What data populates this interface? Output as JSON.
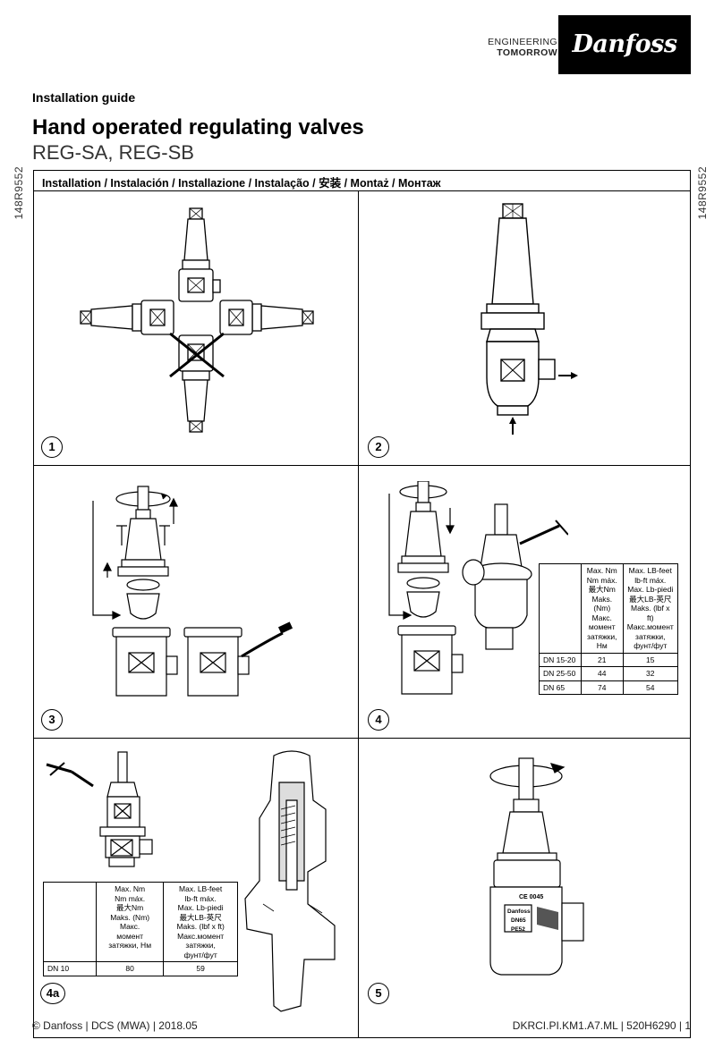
{
  "brand": {
    "tagline_line1": "ENGINEERING",
    "tagline_line2": "TOMORROW",
    "logo_text": "Danfoss"
  },
  "doc": {
    "guide_label": "Installation guide",
    "title": "Hand operated regulating valves",
    "subtitle": "REG-SA, REG-SB",
    "code": "148R9552",
    "section_header": "Installation  / Instalación / Installazione / Instalação / 安装 / Montaż / Монтаж"
  },
  "steps": [
    "1",
    "2",
    "3",
    "4",
    "4a",
    "5"
  ],
  "torque_table": {
    "col_nm": [
      "Max. Nm",
      "Nm máx.",
      "最大Nm",
      "Maks. (Nm)",
      "Макс.",
      "момент",
      "затяжки, Нм"
    ],
    "col_lbft": [
      "Max. LB-feet",
      "lb-ft máx.",
      "Max. Lb-piedi",
      "最大LB-英尺",
      "Maks. (lbf x ft)",
      "Макс.момент",
      "затяжки,",
      "фунт/фут"
    ]
  },
  "table_step4_rows": [
    {
      "dn": "DN 15-20",
      "nm": "21",
      "lbft": "15"
    },
    {
      "dn": "DN 25-50",
      "nm": "44",
      "lbft": "32"
    },
    {
      "dn": "DN 65",
      "nm": "74",
      "lbft": "54"
    }
  ],
  "table_step4a_rows": [
    {
      "dn": "DN 10",
      "nm": "80",
      "lbft": "59"
    }
  ],
  "valve_label": {
    "ce": "CE 0045",
    "brand": "Danfoss",
    "dn": "DN65",
    "pe": "PE52"
  },
  "footer": {
    "left": "© Danfoss | DCS (MWA) | 2018.05",
    "right": "DKRCI.PI.KM1.A7.ML | 520H6290 | 1"
  }
}
